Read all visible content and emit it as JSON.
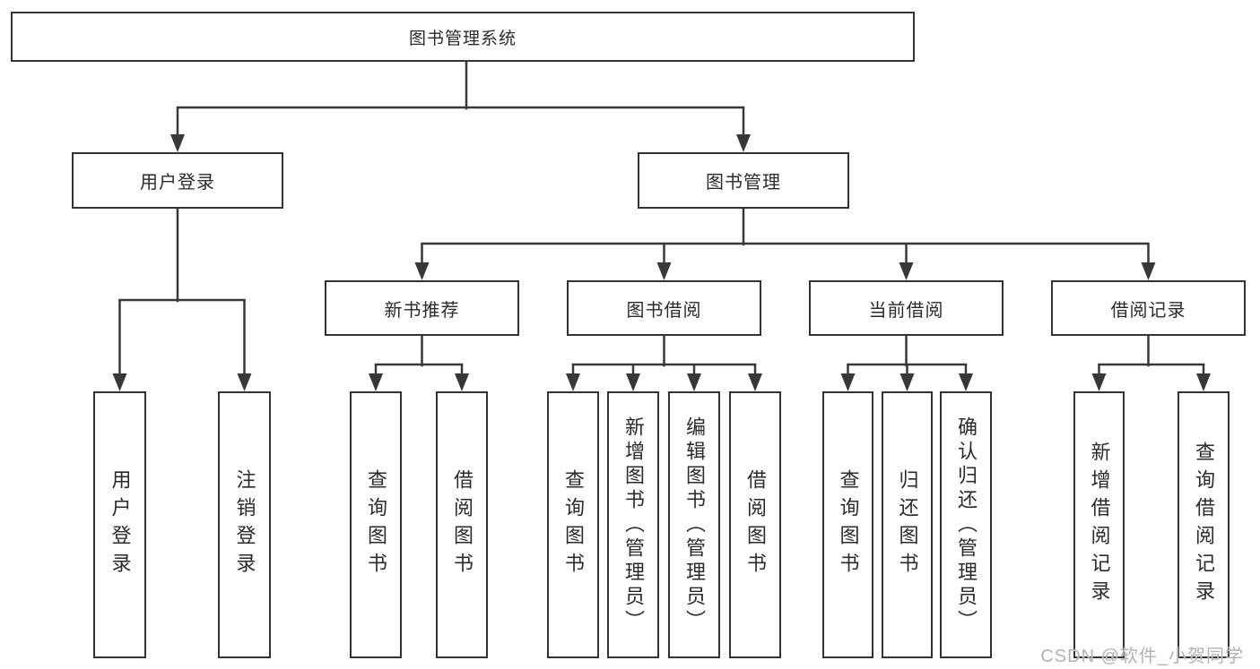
{
  "diagram": {
    "root": {
      "label": "图书管理系统"
    },
    "branches": [
      {
        "label": "用户登录",
        "leaves": [
          {
            "label": "用户登录"
          },
          {
            "label": "注销登录"
          }
        ]
      },
      {
        "label": "图书管理",
        "groups": [
          {
            "label": "新书推荐",
            "leaves": [
              {
                "label": "查询图书"
              },
              {
                "label": "借阅图书"
              }
            ]
          },
          {
            "label": "图书借阅",
            "leaves": [
              {
                "label": "查询图书"
              },
              {
                "label": "新增图书（管理员）"
              },
              {
                "label": "编辑图书（管理员）"
              },
              {
                "label": "借阅图书"
              }
            ]
          },
          {
            "label": "当前借阅",
            "leaves": [
              {
                "label": "查询图书"
              },
              {
                "label": "归还图书"
              },
              {
                "label": "确认归还（管理员）"
              }
            ]
          },
          {
            "label": "借阅记录",
            "leaves": [
              {
                "label": "新增借阅记录"
              },
              {
                "label": "查询借阅记录"
              }
            ]
          }
        ]
      }
    ]
  },
  "watermark": {
    "text": "CSDN @软件_小贺同学"
  },
  "colors": {
    "line": "#383838",
    "box_border": "#333333",
    "text": "#2b2b2b",
    "watermark": "#b3b3b3",
    "background": "#ffffff"
  }
}
